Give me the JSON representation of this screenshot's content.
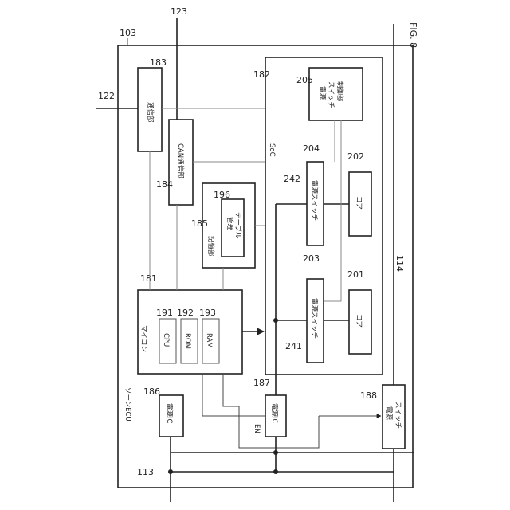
{
  "figure_label": "FIG. 8",
  "refs": {
    "r103": "103",
    "r122": "122",
    "r123": "123",
    "r113": "113",
    "r114": "114",
    "r181": "181",
    "r182": "182",
    "r183": "183",
    "r184": "184",
    "r185": "185",
    "r186": "186",
    "r187": "187",
    "r188": "188",
    "r191": "191",
    "r192": "192",
    "r193": "193",
    "r196": "196",
    "r201": "201",
    "r202": "202",
    "r203": "203",
    "r204": "204",
    "r205": "205",
    "r241": "241",
    "r242": "242"
  },
  "labels": {
    "zone_ecu": "ゾーンECU",
    "comm": "通信部",
    "can_comm": "CAN通信部",
    "memory": "記憶部",
    "mgmt_table_1": "管理",
    "mgmt_table_2": "テーブル",
    "soc": "SoC",
    "psw_ctrl_1": "電源",
    "psw_ctrl_2": "スイッチ",
    "psw_ctrl_3": "制御部",
    "psw_a": "電源スイッチ",
    "psw_b": "電源スイッチ",
    "core_a": "コア",
    "core_b": "コア",
    "mcu": "マイコン",
    "cpu": "CPU",
    "rom": "ROM",
    "ram": "RAM",
    "pic_a": "電源IC",
    "pic_b": "電源IC",
    "en": "EN",
    "psw_ext_1": "電源",
    "psw_ext_2": "スイッチ"
  }
}
